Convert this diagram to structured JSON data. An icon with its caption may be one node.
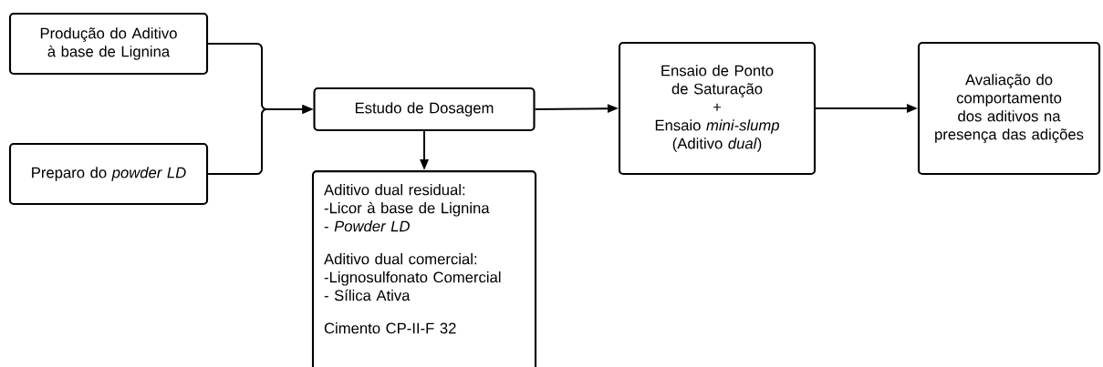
{
  "diagram": {
    "nodes": [
      {
        "text": [
          "Produção do Aditivo à base de Lignina"
        ]
      },
      {
        "text": [
          "Preparo do *powder LD*"
        ]
      },
      {
        "text": [
          "Estudo de Dosagem"
        ]
      },
      {
        "text": [
          "Aditivo dual residual:",
          "-Licor à base de Lignina",
          "- *Powder LD*",
          "Aditivo dual comercial:",
          "-Lignosulfonato Comercial",
          "- Sílica Ativa",
          "Cimento CP-II-F 32"
        ]
      },
      {
        "text": [
          "Ensaio de Ponto de Saturação",
          "+",
          "Ensaio *mini-slump* (Aditivo *dual*)"
        ]
      },
      {
        "text": [
          "Avaliação do comportamento dos aditivos na presença das adições"
        ]
      }
    ],
    "edges": [
      {
        "from": 0,
        "to": 2,
        "arrow": "to"
      },
      {
        "from": 1,
        "to": 2,
        "arrow": "to"
      },
      {
        "from": 2,
        "to": 3,
        "arrow": "to"
      },
      {
        "from": 2,
        "to": 4,
        "arrow": "to"
      },
      {
        "from": 4,
        "to": 5,
        "arrow": "to"
      }
    ]
  }
}
